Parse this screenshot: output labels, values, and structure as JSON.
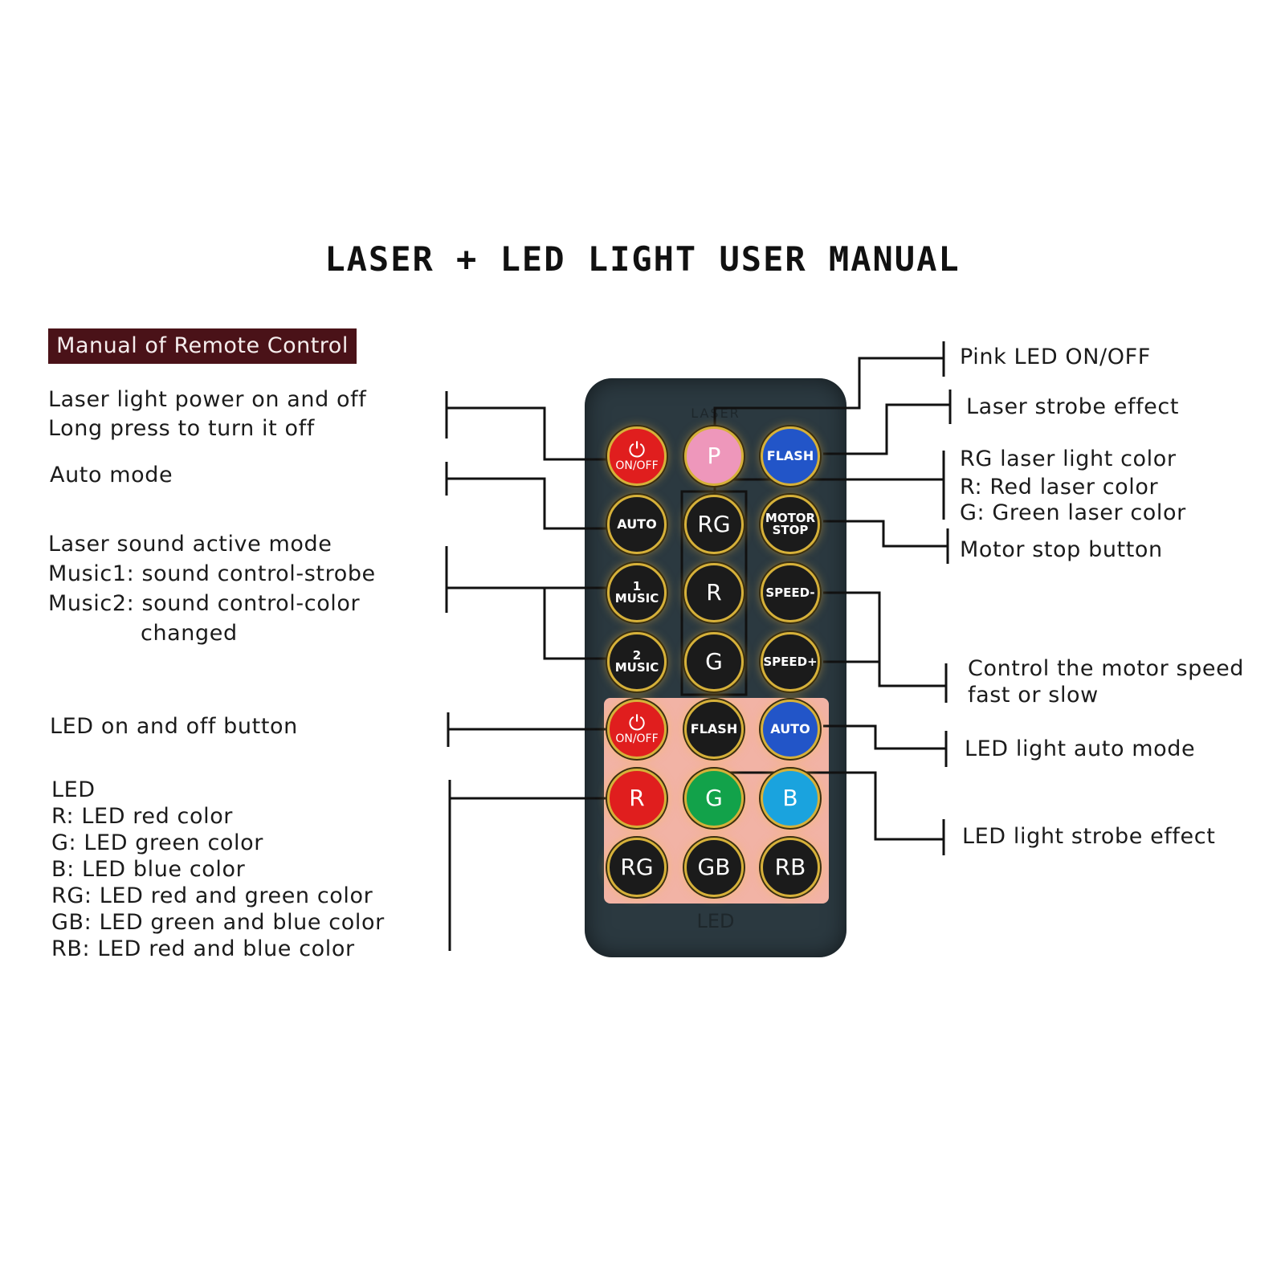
{
  "title": "LASER + LED LIGHT USER MANUAL",
  "badge": "Manual of Remote Control",
  "remote": {
    "laser_label": "LASER",
    "led_label": "LED",
    "buttons": {
      "laser_onoff": "ON/OFF",
      "pink": "P",
      "laser_flash": "FLASH",
      "laser_auto": "AUTO",
      "laser_rg": "RG",
      "motor_stop_1": "MOTOR",
      "motor_stop_2": "STOP",
      "music1_num": "1",
      "music1_text": "MUSIC",
      "laser_r": "R",
      "speed_minus": "SPEED-",
      "music2_num": "2",
      "music2_text": "MUSIC",
      "laser_g": "G",
      "speed_plus": "SPEED+",
      "led_onoff": "ON/OFF",
      "led_flash": "FLASH",
      "led_auto": "AUTO",
      "led_r": "R",
      "led_g": "G",
      "led_b": "B",
      "led_rg": "RG",
      "led_gb": "GB",
      "led_rb": "RB"
    },
    "colors": {
      "body": "#2b3940",
      "led_panel": "#f2b3a5",
      "red": "#e01e1e",
      "pink": "#ee97bb",
      "blue": "#2255c8",
      "black": "#1b1b1b",
      "green": "#12a24a",
      "cyan": "#1aa3de"
    }
  },
  "left": {
    "power_1": "Laser light power on and off",
    "power_2": "Long press to turn it off",
    "auto": "Auto mode",
    "sound_1": "Laser sound active mode",
    "sound_2": "Music1: sound control-strobe",
    "sound_3": "Music2: sound control-color",
    "sound_4": "changed",
    "led_onoff": "LED on and off button",
    "led_1": "LED",
    "led_2": "R: LED red color",
    "led_3": "G: LED green color",
    "led_4": "B: LED blue color",
    "led_5": "RG: LED red and green color",
    "led_6": "GB: LED green and blue color",
    "led_7": "RB: LED red and blue color"
  },
  "right": {
    "pink": "Pink LED ON/OFF",
    "strobe": "Laser strobe effect",
    "rg_1": "RG laser light color",
    "rg_2": "R: Red laser color",
    "rg_3": "G: Green laser color",
    "motor_stop": "Motor stop button",
    "speed_1": "Control the motor speed",
    "speed_2": "fast or slow",
    "led_auto": "LED light auto mode",
    "led_strobe": "LED light strobe effect"
  }
}
